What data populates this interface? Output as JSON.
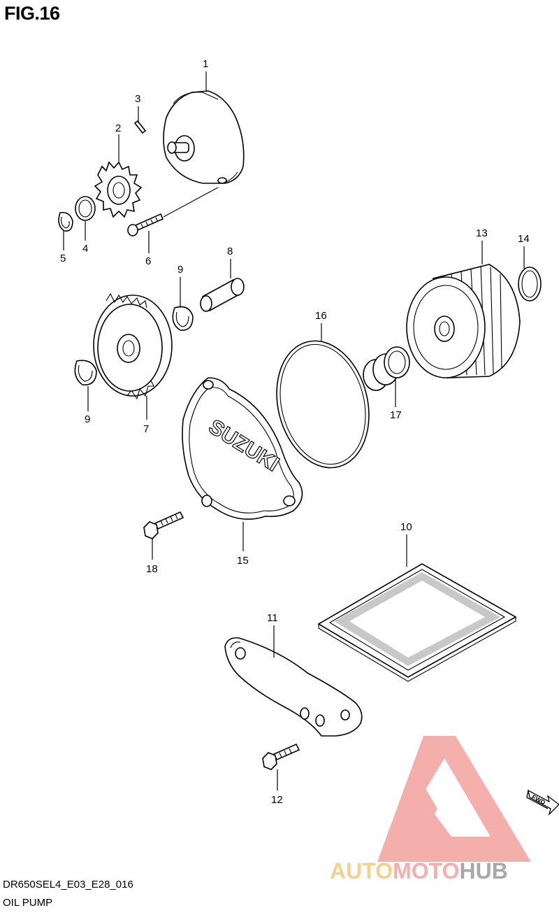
{
  "figure": {
    "title": "FIG.16"
  },
  "footer": {
    "code": "DR650SEL4_E03_E28_016",
    "name": "OIL PUMP"
  },
  "fwd_label": "FWD",
  "watermark": {
    "part1": "AUTO",
    "part2": "MOTO",
    "part3": "HUB",
    "color_auto": "#f5c87a",
    "color_moto": "#f3a19e",
    "color_hub": "#9a9a9a"
  },
  "callouts": {
    "c1": "1",
    "c2": "2",
    "c3": "3",
    "c4": "4",
    "c5": "5",
    "c6": "6",
    "c7": "7",
    "c8": "8",
    "c9a": "9",
    "c9b": "9",
    "c10": "10",
    "c11": "11",
    "c12": "12",
    "c13": "13",
    "c14": "14",
    "c15": "15",
    "c16": "16",
    "c17": "17",
    "c18": "18"
  },
  "cover_text": "SUZUKI"
}
